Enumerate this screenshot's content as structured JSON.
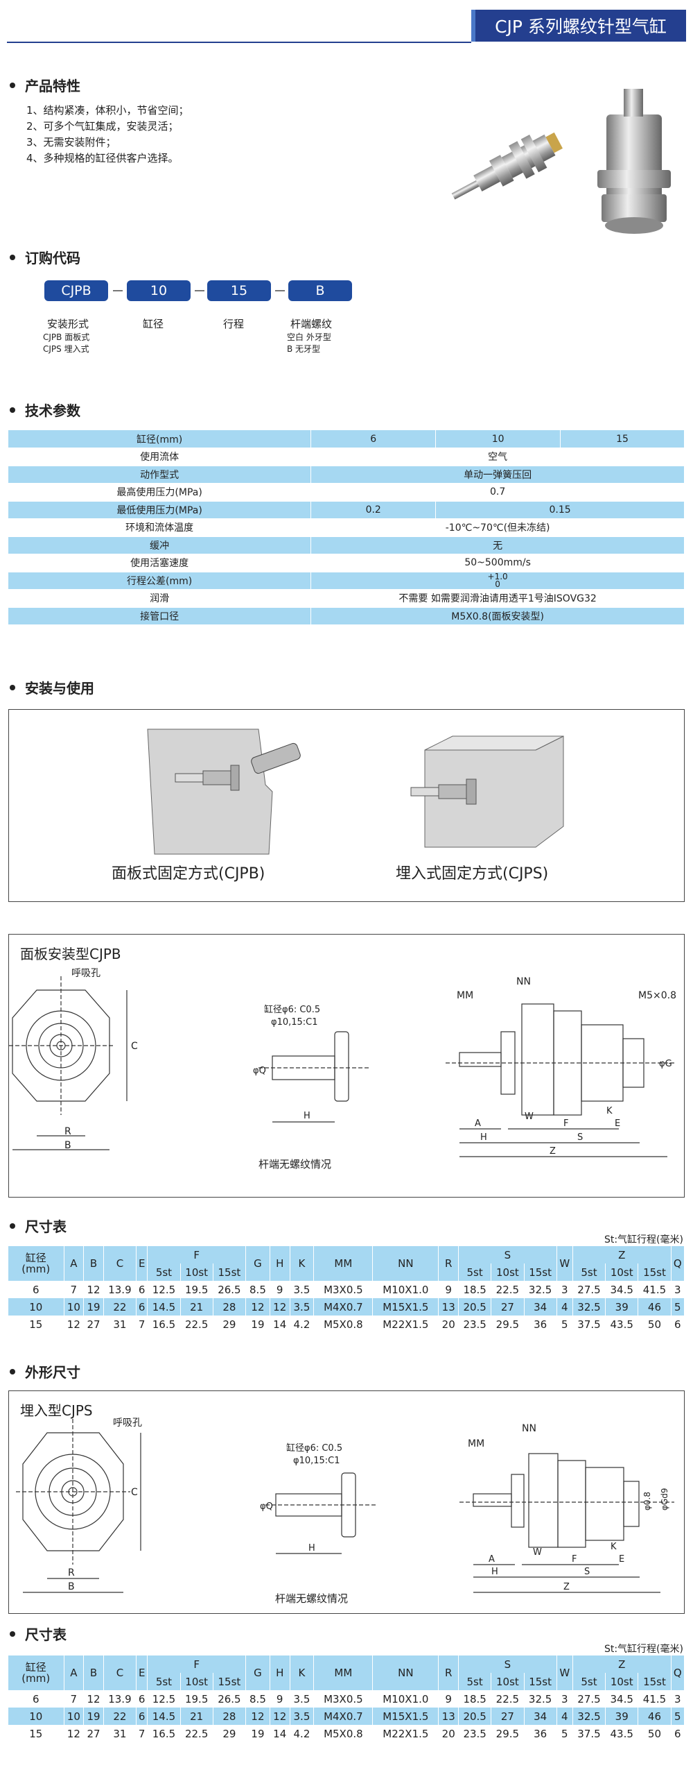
{
  "header": {
    "title": "CJP 系列螺纹针型气缸"
  },
  "sections": {
    "features": "产品特性",
    "order": "订购代码",
    "tech": "技术参数",
    "install": "安装与使用",
    "dim1": "尺寸表",
    "outline": "外形尺寸",
    "dim2": "尺寸表"
  },
  "features": [
    "1、结构紧凑，体积小，节省空间；",
    "2、可多个气缸集成，安装灵活；",
    "3、无需安装附件；",
    "4、多种规格的缸径供客户选择。"
  ],
  "order_code": {
    "codes": [
      "CJPB",
      "10",
      "15",
      "B"
    ],
    "labels": [
      "安装形式",
      "缸径",
      "行程",
      "杆端螺纹"
    ],
    "mount_options": [
      "CJPB 面板式",
      "CJPS 埋入式"
    ],
    "thread_options": [
      "空白 外牙型",
      "B  无牙型"
    ]
  },
  "tech": {
    "header": [
      "缸径(mm)",
      "6",
      "10",
      "15"
    ],
    "rows": [
      [
        "使用流体",
        "空气"
      ],
      [
        "动作型式",
        "单动一弹簧压回"
      ],
      [
        "最高使用压力(MPa)",
        "0.7"
      ],
      [
        "最低使用压力(MPa)",
        "0.2",
        "0.15"
      ],
      [
        "环境和流体温度",
        "-10℃~70℃(但未冻结)"
      ],
      [
        "缓冲",
        "无"
      ],
      [
        "使用活塞速度",
        "50~500mm/s"
      ],
      [
        "行程公差(mm)",
        "+1.0",
        "0"
      ],
      [
        "润滑",
        "不需要  如需要润滑油请用透平1号油ISOVG32"
      ],
      [
        "接管口径",
        "M5X0.8(面板安装型)"
      ]
    ]
  },
  "install": {
    "left_caption": "面板式固定方式(CJPB)",
    "right_caption": "埋入式固定方式(CJPS)"
  },
  "panel_drawing": {
    "title": "面板安装型CJPB",
    "breath": "呼吸孔",
    "chamfer1": "缸径φ6: C0.5",
    "chamfer2": "φ10,15:C1",
    "no_thread": "杆端无螺纹情况",
    "labels": [
      "R",
      "B",
      "C",
      "φQ",
      "H",
      "MM",
      "NN",
      "M5×0.8",
      "φG",
      "A",
      "W",
      "F",
      "K",
      "E",
      "S",
      "Z",
      "H"
    ]
  },
  "embed_drawing": {
    "title": "埋入型CJPS",
    "breath": "呼吸孔",
    "chamfer1": "缸径φ6: C0.5",
    "chamfer2": "φ10,15:C1",
    "no_thread": "杆端无螺纹情况",
    "labels": [
      "R",
      "B",
      "C",
      "φQ",
      "H",
      "MM",
      "NN",
      "φGd9",
      "φ0.8",
      "A",
      "W",
      "F",
      "K",
      "E",
      "S",
      "Z",
      "H"
    ]
  },
  "dim_table": {
    "note": "St:气缸行程(毫米)",
    "head_top": [
      "缸径\n(mm)",
      "A",
      "B",
      "C",
      "E",
      "F",
      "G",
      "H",
      "K",
      "MM",
      "NN",
      "R",
      "S",
      "W",
      "Z",
      "Q"
    ],
    "sub": [
      "5st",
      "10st",
      "15st"
    ],
    "rows": [
      [
        "6",
        "7",
        "12",
        "13.9",
        "6",
        "12.5",
        "19.5",
        "26.5",
        "8.5",
        "9",
        "3.5",
        "M3X0.5",
        "M10X1.0",
        "9",
        "18.5",
        "22.5",
        "32.5",
        "3",
        "27.5",
        "34.5",
        "41.5",
        "3"
      ],
      [
        "10",
        "10",
        "19",
        "22",
        "6",
        "14.5",
        "21",
        "28",
        "12",
        "12",
        "3.5",
        "M4X0.7",
        "M15X1.5",
        "13",
        "20.5",
        "27",
        "34",
        "4",
        "32.5",
        "39",
        "46",
        "5"
      ],
      [
        "15",
        "12",
        "27",
        "31",
        "7",
        "16.5",
        "22.5",
        "29",
        "19",
        "14",
        "4.2",
        "M5X0.8",
        "M22X1.5",
        "20",
        "23.5",
        "29.5",
        "36",
        "5",
        "37.5",
        "43.5",
        "50",
        "6"
      ]
    ]
  }
}
